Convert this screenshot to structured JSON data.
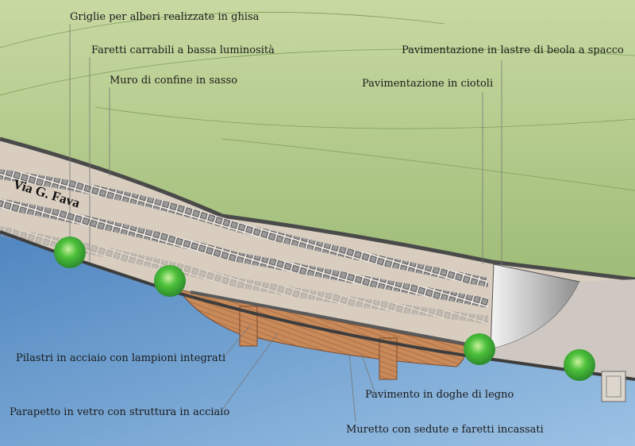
{
  "street_name": "Via G. Fava",
  "labels": {
    "grilles": "Griglie per alberi realizzate in ghisa",
    "spotlights": "Faretti carrabili a bassa luminosità",
    "stone_wall": "Muro di confine in sasso",
    "beola_paving": "Pavimentazione in lastre di beola a spacco",
    "cobble_paving": "Pavimentazione in ciotoli",
    "steel_pillars": "Pilastri in acciaio con lampioni integrati",
    "glass_parapet": "Parapetto in vetro con struttura in acciaio",
    "wood_deck": "Pavimento in doghe di legno",
    "low_wall": "Muretto con sedute e faretti incassati"
  },
  "colors": {
    "grass_top": "#c8d9a2",
    "grass_bottom": "#86ab5e",
    "paving": "#d8cdbf",
    "stone_band": "#bdb3a5",
    "water_top": "#4f86c0",
    "water_bottom": "#8fb9df",
    "wood": "#c98a5a",
    "tree": "#45b83a"
  }
}
